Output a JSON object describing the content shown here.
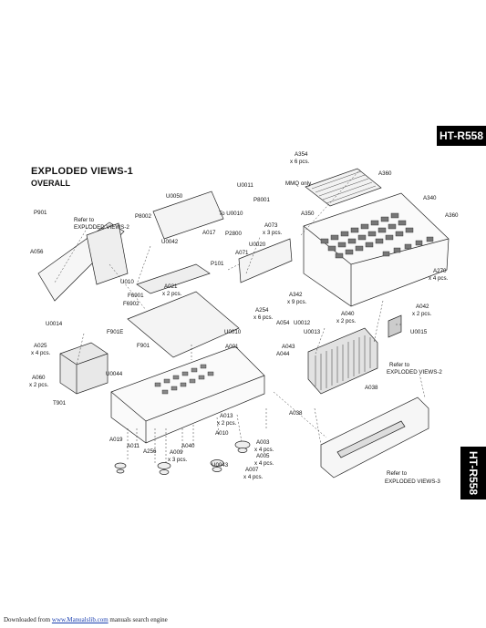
{
  "model_tab": "HT-R558",
  "side_tab": "HT-R558",
  "title": "EXPLODED VIEWS-1",
  "subtitle": "OVERALL",
  "labels": {
    "A354": "A354",
    "A354q": "x 6 pcs.",
    "A360a": "A360",
    "mmq": "MMQ only",
    "A350": "A350",
    "A340": "A340",
    "A360b": "A360",
    "A270": "A270",
    "A270q": "x 4 pcs.",
    "U0011": "U0011",
    "P8001": "P8001",
    "U0050": "U0050",
    "P8002": "P8002",
    "to_u0010": "To U0010",
    "A073": "A073",
    "A073q": "x 3 pcs.",
    "U0042": "U0042",
    "A017": "A017",
    "P2800": "P2800",
    "U0020": "U0020",
    "A071": "A071",
    "P901": "P901",
    "refer1a": "Refer to",
    "refer1b": "EXPLODED VIEWS-2",
    "A056": "A056",
    "P101": "P101",
    "U010": "U010",
    "A021": "A021",
    "A021q": "x 2 pcs.",
    "F6901": "F6901",
    "F6902": "F6902",
    "A342": "A342",
    "A342q": "x 9 pcs.",
    "A042": "A042",
    "A042q": "x 2 pcs.",
    "A254": "A254",
    "A254q": "x 6 pcs.",
    "A040a": "A040",
    "A040aq": "x 2 pcs.",
    "A054": "A054",
    "U0012": "U0012",
    "U0015": "U0015",
    "U0014": "U0014",
    "F901E": "F901E",
    "U0010": "U0010",
    "U0013": "U0013",
    "F901": "F901",
    "A025": "A025",
    "A025q": "x 4 pcs.",
    "A001": "A001",
    "A043": "A043",
    "A044": "A044",
    "refer2a": "Refer to",
    "refer2b": "EXPLODED VIEWS-2",
    "U0044": "U0044",
    "A060": "A060",
    "A060q": "x 2 pcs.",
    "A038a": "A038",
    "T901": "T901",
    "A038b": "A038",
    "A013": "A013",
    "A013q": "x 2 pcs.",
    "A019": "A019",
    "A010": "A010",
    "A011": "A011",
    "A256": "A256",
    "A040b": "A040",
    "A009": "A009",
    "A009q": "x 3 pcs.",
    "A003": "A003",
    "A003q": "x 4 pcs.",
    "A005": "A005",
    "A005q": "x 4 pcs.",
    "U0043": "U0043",
    "A007": "A007",
    "A007q": "x 4 pcs.",
    "refer3a": "Refer to",
    "refer3b": "EXPLODED VIEWS-3"
  },
  "footer": {
    "prefix": "Downloaded from ",
    "link": "www.Manualslib.com",
    "suffix": " manuals search engine"
  }
}
